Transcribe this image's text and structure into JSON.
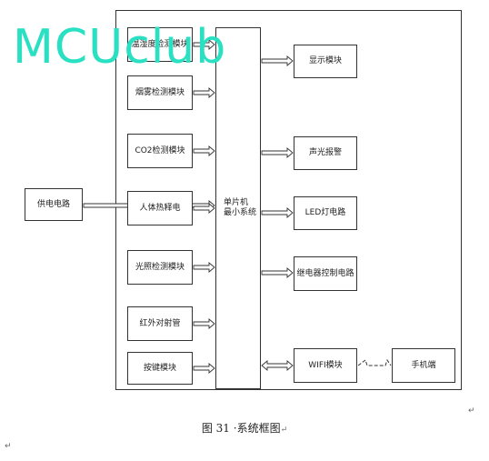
{
  "watermark": "MCUclub",
  "power": "供电电路",
  "inputs": [
    "温湿度检测模块",
    "烟雾检测模块",
    "CO2检测模块",
    "人体热释电",
    "光照检测模块",
    "红外对射管",
    "按键模块"
  ],
  "mcu": [
    "单片机",
    "最小系统"
  ],
  "outputs": [
    "显示模块",
    "声光报警",
    "LED灯电路",
    "继电器控制电路",
    "WIFI模块"
  ],
  "phone": "手机端",
  "caption": "图 31 ·系统框图",
  "marks": {
    "return": "↵"
  },
  "colors": {
    "watermark": "#2ae0c2",
    "line": "#333333"
  }
}
